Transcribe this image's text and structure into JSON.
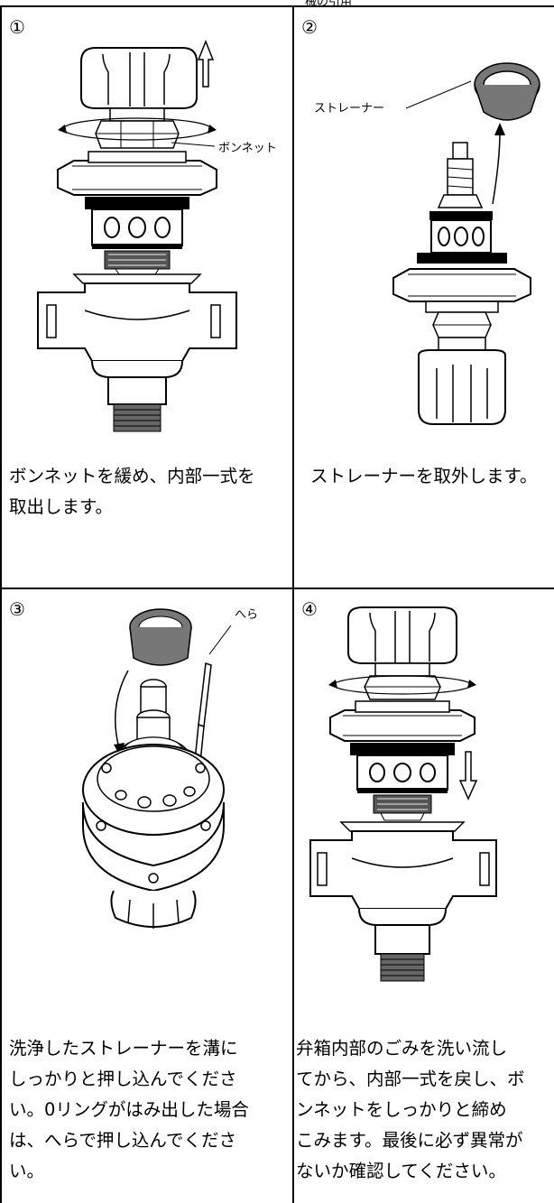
{
  "header": {
    "cut_text": "械の引用"
  },
  "steps": [
    {
      "number": "①",
      "label": "ボンネット",
      "text": [
        "ボンネットを緩め、内部一式を",
        "取出します。"
      ]
    },
    {
      "number": "②",
      "label": "ストレーナー",
      "text": [
        "ストレーナーを取外します。"
      ]
    },
    {
      "number": "③",
      "label": "へら",
      "text": [
        "洗浄したストレーナーを溝に",
        "しっかりと押し込んでくださ",
        "い。0リングがはみ出した場合",
        "は、へらで押し込んでくださ",
        "い。"
      ]
    },
    {
      "number": "④",
      "label": "",
      "text": [
        "弁箱内部のごみを洗い流し",
        "てから、内部一式を戻し、ボ",
        "ンネットをしっかりと締め",
        "こみます。最後に必ず異常が",
        "ないか確認してください。"
      ]
    }
  ]
}
